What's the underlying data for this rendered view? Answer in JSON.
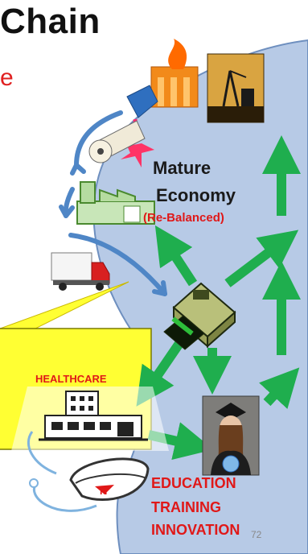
{
  "slide": {
    "title_fragment": "Chain",
    "subtitle_fragment": "e",
    "page_number": "72",
    "callout_text": ""
  },
  "labels": {
    "mature_line1": "Mature",
    "mature_line2": "Economy",
    "rebalanced": "(Re-Balanced)",
    "healthcare": "HEALTHCARE",
    "education": "EDUCATION",
    "training": "TRAINING",
    "innovation": "INNOVATION"
  },
  "colors": {
    "oval_fill": "#b7cae6",
    "oval_stroke": "#6e8fbf",
    "arrow_green": "#1fae4e",
    "arrow_green_edge": "#0e6b2c",
    "arrow_blue": "#4f86c6",
    "label_red": "#e01818",
    "callout_fill": "#ffff33"
  },
  "icons": [
    "furnace-icon",
    "mine-headframe-icon",
    "paper-roll-icon",
    "factory-icon",
    "truck-icon",
    "cash-register-icon",
    "hospital-icon",
    "graduate-icon",
    "nurse-cap-icon",
    "stethoscope-icon"
  ]
}
